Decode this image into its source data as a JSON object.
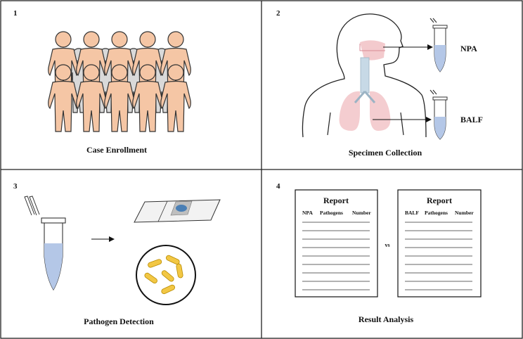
{
  "panels": [
    {
      "number": "1",
      "label": "Case Enrollment"
    },
    {
      "number": "2",
      "label": "Specimen Collection"
    },
    {
      "number": "3",
      "label": "Pathogen Detection"
    },
    {
      "number": "4",
      "label": "Result Analysis"
    }
  ],
  "specimens": {
    "top": "NPA",
    "bottom": "BALF"
  },
  "reports": [
    {
      "title": "Report",
      "columns": [
        "NPA",
        "Pathogens",
        "Number"
      ]
    },
    {
      "title": "Report",
      "columns": [
        "BALF",
        "Pathogens",
        "Number"
      ]
    }
  ],
  "comparison": "vs",
  "colors": {
    "person_front": "#f5c6a5",
    "person_back": "#d9d9d9",
    "tube_fluid": "#b4c7e7",
    "bacteria": "#f2c744",
    "lungs": "#f2c4c8"
  }
}
